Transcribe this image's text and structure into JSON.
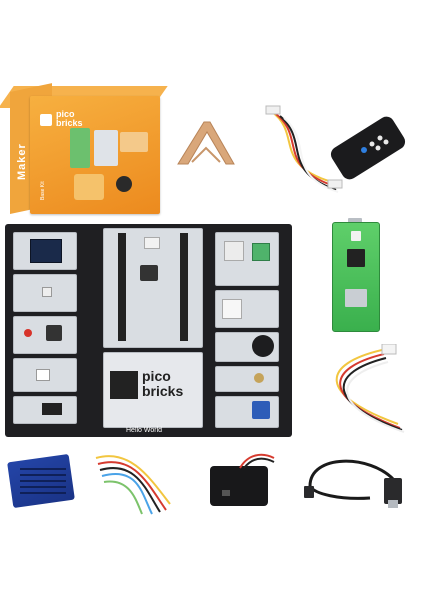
{
  "box": {
    "brand_line1": "pico",
    "brand_line2": "bricks",
    "side_text": "Maker",
    "kit_text": "Base Kit"
  },
  "board": {
    "board_caption": "Hello World",
    "proto_label_line1": "pico",
    "proto_label_line2": "bricks"
  },
  "colors": {
    "box_orange": "#f29a2e",
    "board_black": "#1f1f22",
    "pico_green": "#3ab04d",
    "protoboard_blue": "#1a3386"
  }
}
